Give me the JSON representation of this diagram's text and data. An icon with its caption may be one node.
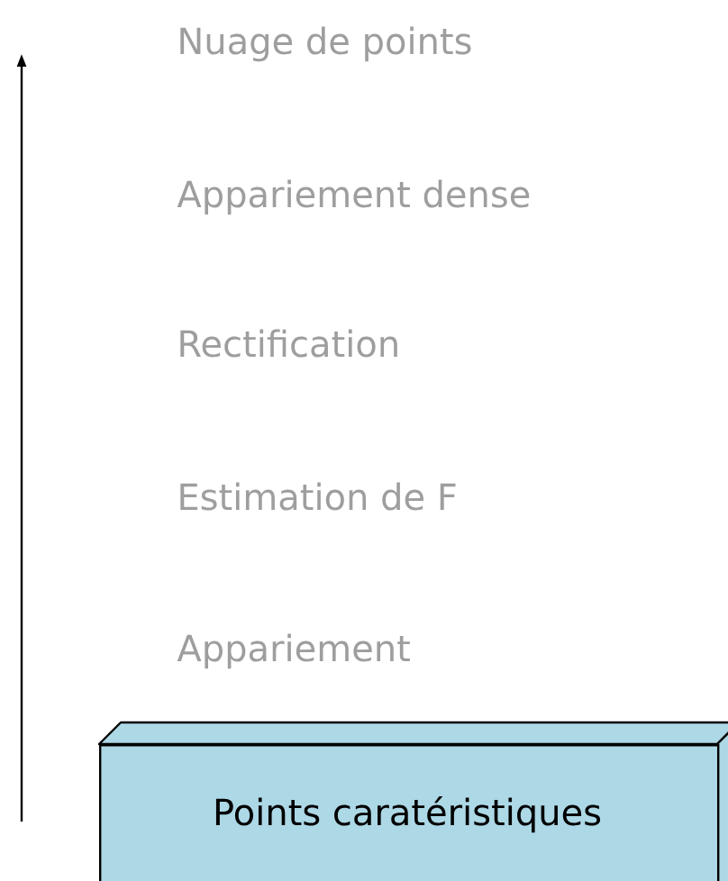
{
  "diagram": {
    "nodes": [
      {
        "text": [
          "Points caratéristiques"
        ]
      }
    ],
    "labels": [
      "Nuage de points",
      "Appariement dense",
      "Rectification",
      "Estimation de F",
      "Appariement"
    ]
  }
}
